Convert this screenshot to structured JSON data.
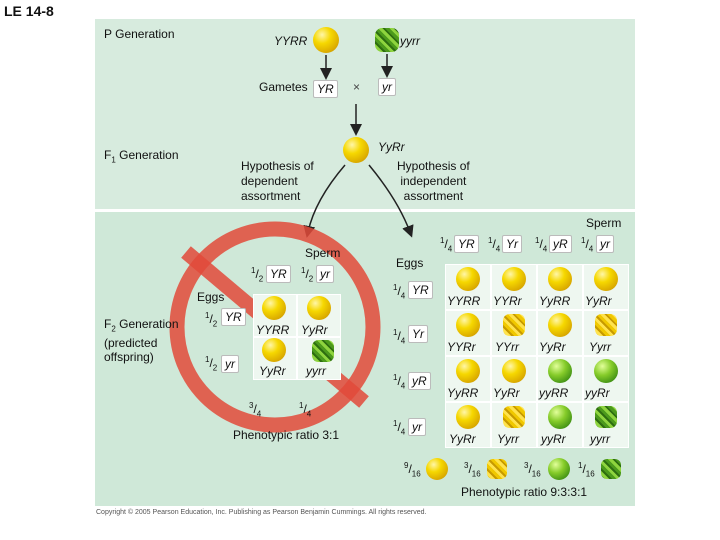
{
  "title": "LE 14-8",
  "p_generation": {
    "label": "P Generation",
    "parent1": "YYRR",
    "parent2": "yyrr",
    "gametes_label": "Gametes",
    "gamete1": "YR",
    "cross": "×",
    "gamete2": "yr"
  },
  "f1": {
    "label_main": "F",
    "label_sub": "1",
    "label_rest": " Generation",
    "genotype": "YyRr"
  },
  "hypothesis_dependent": "Hypothesis of\ndependent\nassortment",
  "hypothesis_independent": "Hypothesis of\nindependent\nassortment",
  "dependent": {
    "sperm_label": "Sperm",
    "eggs_label": "Eggs",
    "sperm": [
      {
        "num": "1",
        "den": "2",
        "allele": "YR"
      },
      {
        "num": "1",
        "den": "2",
        "allele": "yr"
      }
    ],
    "eggs": [
      {
        "num": "1",
        "den": "2",
        "allele": "YR"
      },
      {
        "num": "1",
        "den": "2",
        "allele": "yr"
      }
    ],
    "cells": [
      "YYRR",
      "YyRr",
      "YyRr",
      "yyrr"
    ],
    "phenotype_ratio_nums": [
      {
        "num": "3",
        "den": "4"
      },
      {
        "num": "1",
        "den": "4"
      }
    ],
    "phenotype_ratio": "Phenotypic ratio 3:1"
  },
  "f2": {
    "label_main": "F",
    "label_sub": "2",
    "label_rest": " Generation",
    "label_line2": "(predicted",
    "label_line3": "offspring)"
  },
  "independent": {
    "sperm_label": "Sperm",
    "eggs_label": "Eggs",
    "sperm": [
      {
        "num": "1",
        "den": "4",
        "allele": "YR"
      },
      {
        "num": "1",
        "den": "4",
        "allele": "Yr"
      },
      {
        "num": "1",
        "den": "4",
        "allele": "yR"
      },
      {
        "num": "1",
        "den": "4",
        "allele": "yr"
      }
    ],
    "eggs": [
      {
        "num": "1",
        "den": "4",
        "allele": "YR"
      },
      {
        "num": "1",
        "den": "4",
        "allele": "Yr"
      },
      {
        "num": "1",
        "den": "4",
        "allele": "yR"
      },
      {
        "num": "1",
        "den": "4",
        "allele": "yr"
      }
    ],
    "cells": [
      [
        "YYRR",
        "YYRr",
        "YyRR",
        "YyRr"
      ],
      [
        "YYRr",
        "YYrr",
        "YyRr",
        "Yyrr"
      ],
      [
        "YyRR",
        "YyRr",
        "yyRR",
        "yyRr"
      ],
      [
        "YyRr",
        "Yyrr",
        "yyRr",
        "yyrr"
      ]
    ],
    "phenotype_ratio_nums": [
      {
        "num": "9",
        "den": "16"
      },
      {
        "num": "3",
        "den": "16"
      },
      {
        "num": "3",
        "den": "16"
      },
      {
        "num": "1",
        "den": "16"
      }
    ],
    "phenotype_ratio": "Phenotypic ratio 9:3:3:1"
  },
  "copyright": "Copyright © 2005 Pearson Education, Inc. Publishing as Pearson Benjamin Cummings. All rights reserved.",
  "colors": {
    "background_top": "#d7ebde",
    "background_bottom": "#cfe8d8",
    "prohibition_sign": "#e24a3a",
    "yellow_pea": "#f6d800",
    "green_pea": "#86cc2a"
  }
}
